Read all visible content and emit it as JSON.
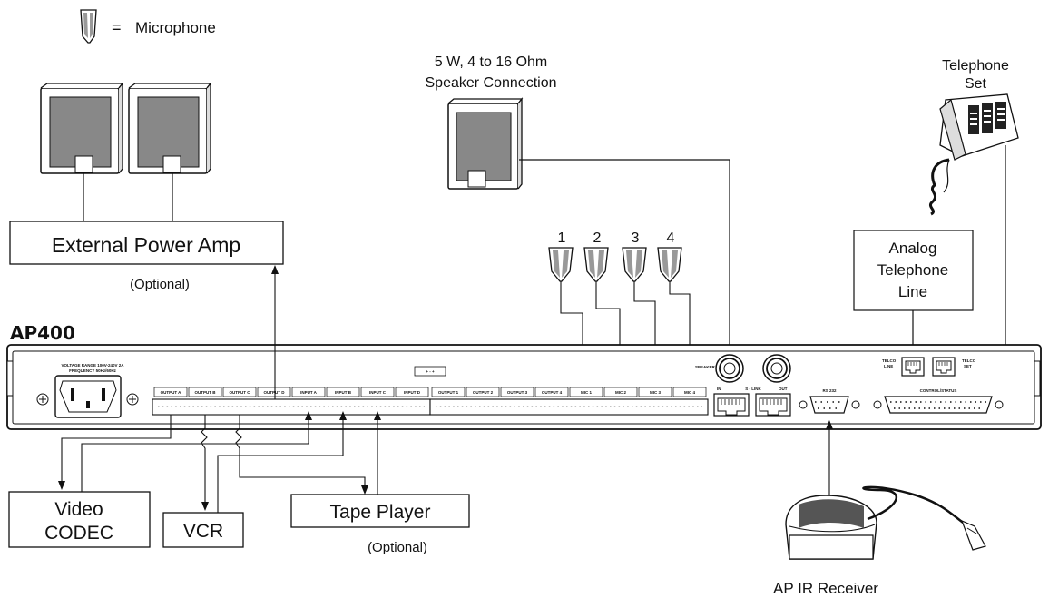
{
  "legend": {
    "equals": "=",
    "label": "Microphone"
  },
  "device": {
    "name": "AP400"
  },
  "speaker_connection": {
    "line1": "5 W, 4 to 16 Ohm",
    "line2": "Speaker Connection"
  },
  "telephone_set": {
    "line1": "Telephone",
    "line2": "Set"
  },
  "external_amp": {
    "label": "External Power Amp",
    "note": "(Optional)"
  },
  "analog_line": {
    "line1": "Analog",
    "line2": "Telephone",
    "line3": "Line"
  },
  "video_codec": {
    "line1": "Video",
    "line2": "CODEC"
  },
  "vcr": {
    "label": "VCR"
  },
  "tape_player": {
    "label": "Tape Player",
    "note": "(Optional)"
  },
  "ir_receiver": {
    "label": "AP IR Receiver"
  },
  "mic_numbers": [
    "1",
    "2",
    "3",
    "4"
  ],
  "panel": {
    "voltage1": "VOLTAGE RANGE 100V-240V 2A",
    "voltage2": "FREQUENCY 50Hz/60Hz",
    "polarity": "+ - +",
    "terminals": [
      "OUTPUT A",
      "OUTPUT B",
      "OUTPUT C",
      "OUTPUT D",
      "INPUT A",
      "INPUT B",
      "INPUT C",
      "INPUT D",
      "OUTPUT 1",
      "OUTPUT 2",
      "OUTPUT 3",
      "OUTPUT 4",
      "MIC 1",
      "MIC 2",
      "MIC 3",
      "MIC 4"
    ],
    "speaker": "SPEAKER",
    "slink_in": "IN",
    "slink": "S - LINK",
    "slink_out": "OUT",
    "rs232": "RS 232",
    "telco_line1": "TELCO",
    "telco_line2": "LINE",
    "telco_set1": "TELCO",
    "telco_set2": "SET",
    "control": "CONTROL/STATUS"
  }
}
